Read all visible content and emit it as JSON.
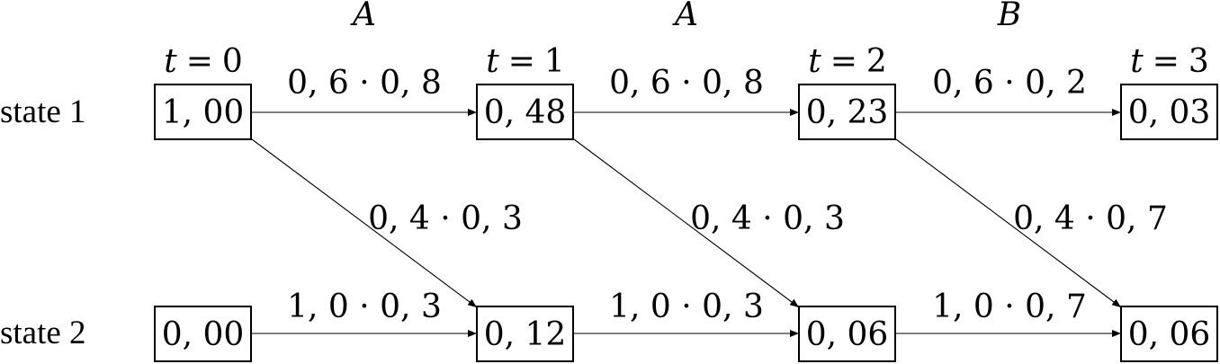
{
  "rows": [
    "state 1",
    "state 2"
  ],
  "observations": [
    "A",
    "A",
    "B"
  ],
  "times": [
    {
      "var": "t",
      "eq": "=",
      "num": "0"
    },
    {
      "var": "t",
      "eq": "=",
      "num": "1"
    },
    {
      "var": "t",
      "eq": "=",
      "num": "2"
    },
    {
      "var": "t",
      "eq": "=",
      "num": "3"
    }
  ],
  "nodes": {
    "state1": [
      "1, 00",
      "0, 48",
      "0, 23",
      "0, 03"
    ],
    "state2": [
      "0, 00",
      "0, 12",
      "0, 06",
      "0, 06"
    ]
  },
  "edges": {
    "stay1": [
      "0, 6 · 0, 8",
      "0, 6 · 0, 8",
      "0, 6 · 0, 2"
    ],
    "cross": [
      "0, 4 · 0, 3",
      "0, 4 · 0, 3",
      "0, 4 · 0, 7"
    ],
    "stay2": [
      "1, 0 · 0, 3",
      "1, 0 · 0, 3",
      "1, 0 · 0, 7"
    ]
  }
}
